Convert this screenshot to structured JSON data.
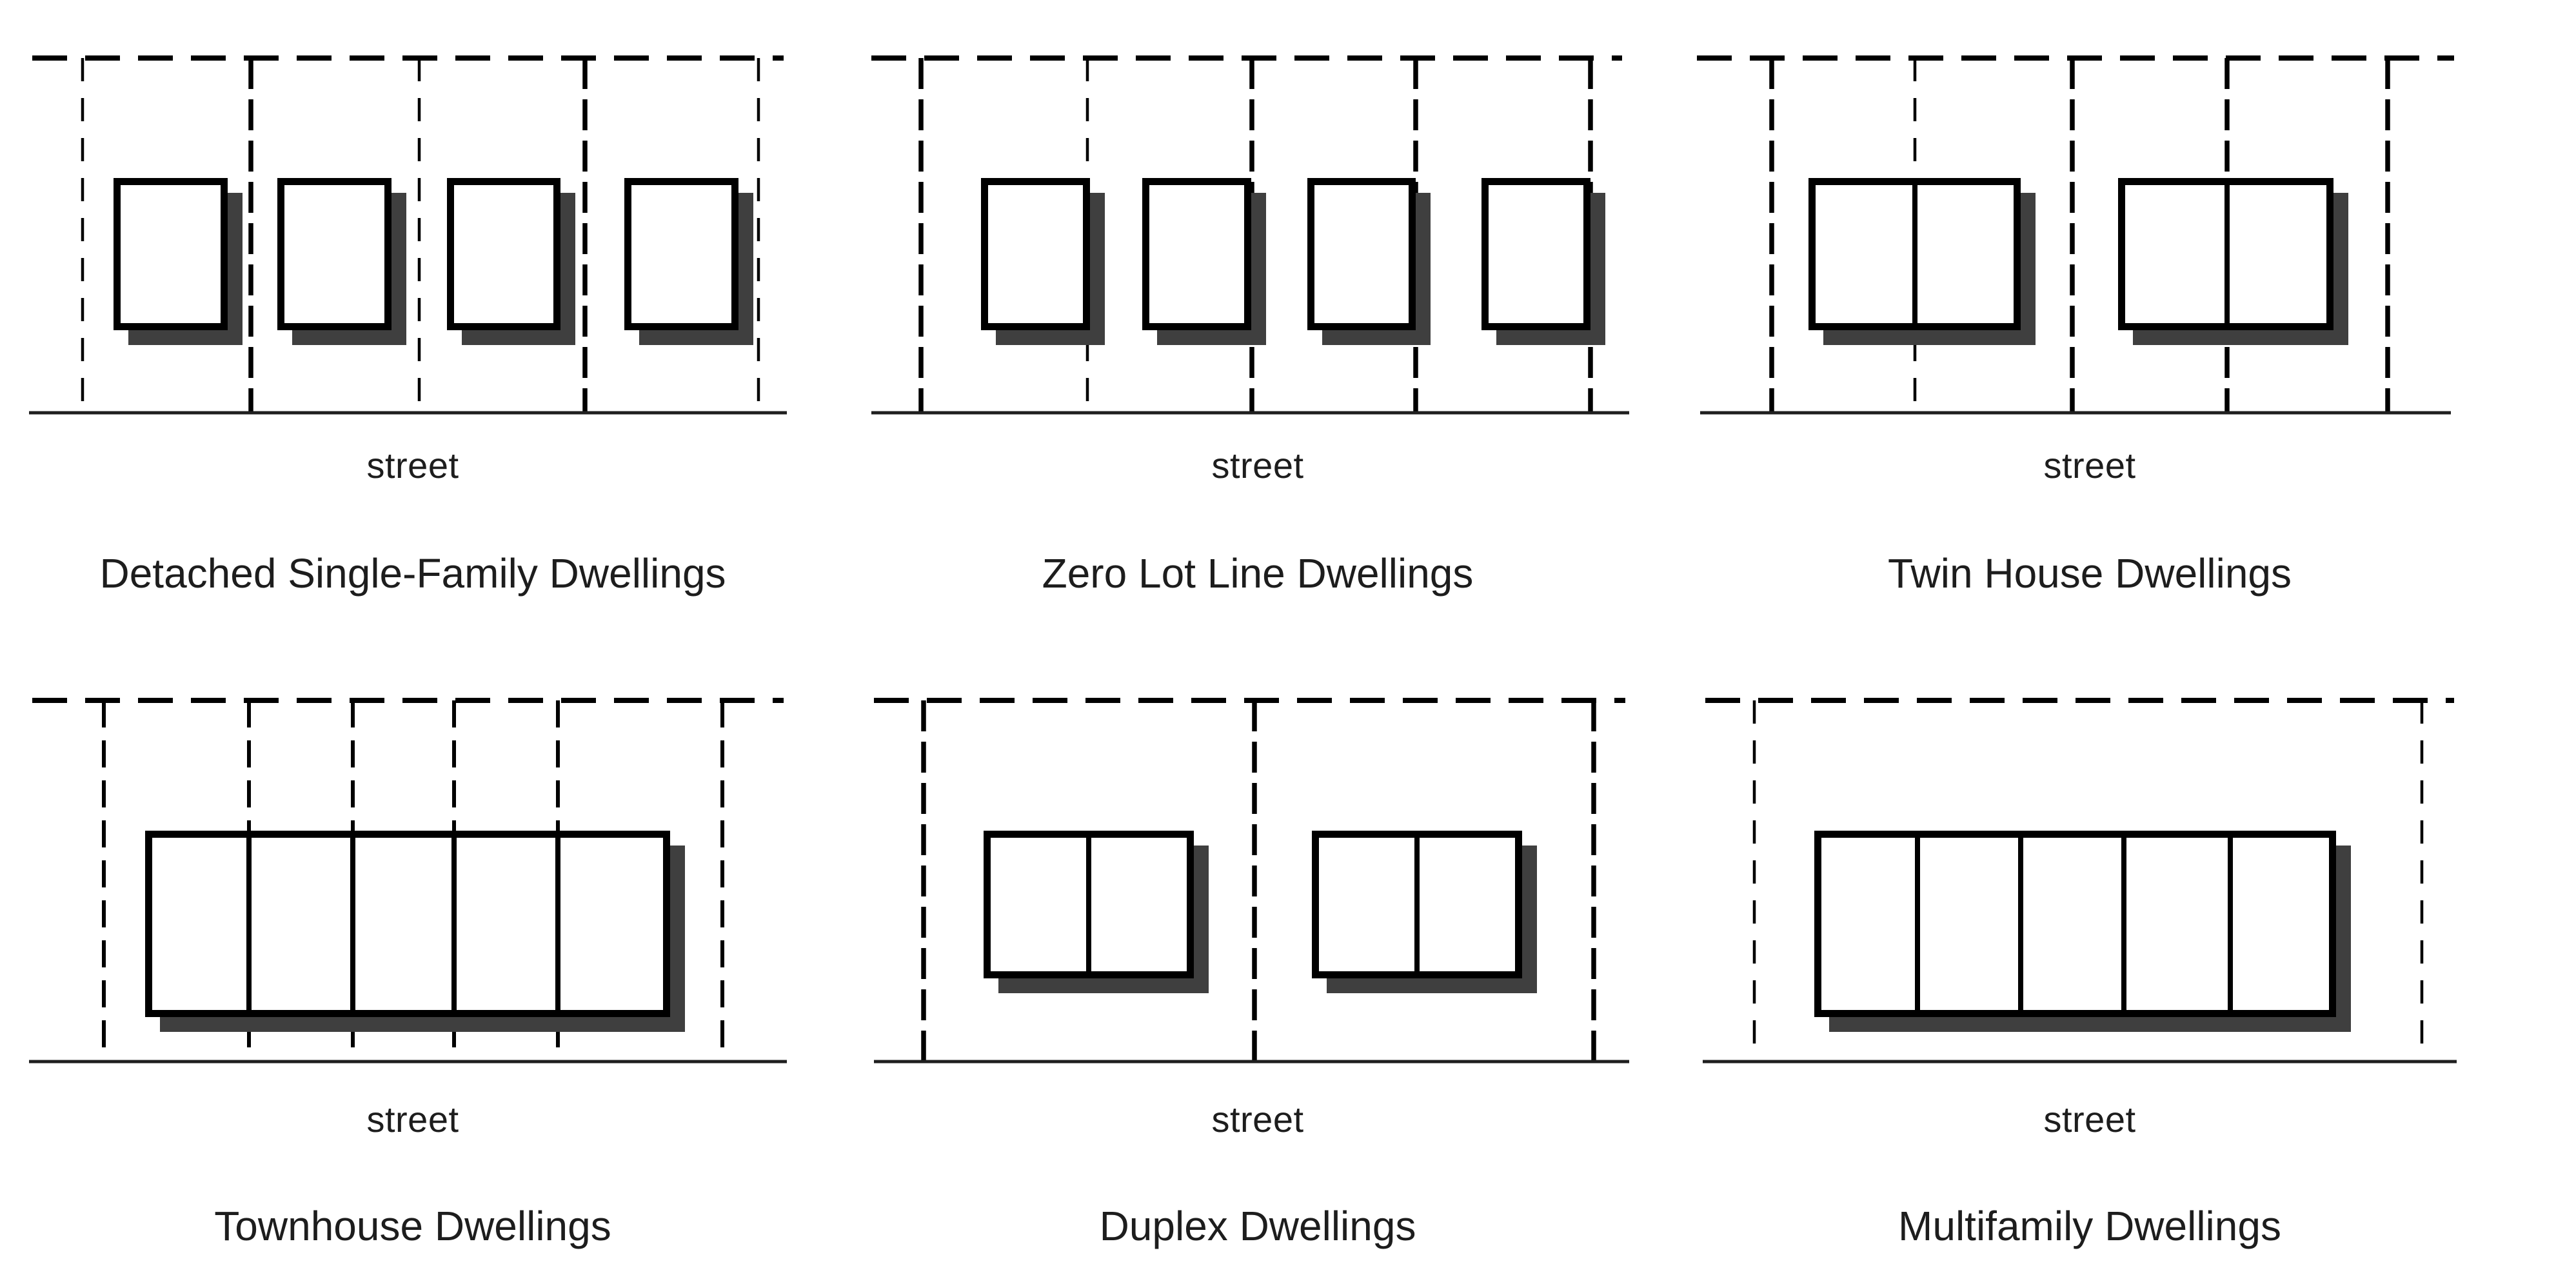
{
  "colors": {
    "background": "#ffffff",
    "line_black": "#000000",
    "building_fill": "#ffffff",
    "shadow_gray": "#3f3f3f",
    "street_line": "#1f1f1f",
    "text": "#1d1d1d"
  },
  "panels": [
    {
      "key": "detached-single-family",
      "caption": "Detached Single-Family Dwellings",
      "street": "street",
      "lots": 4,
      "buildings": 4,
      "units_per_building": 1
    },
    {
      "key": "zero-lot-line",
      "caption": "Zero Lot Line Dwellings",
      "street": "street",
      "lots": 4,
      "buildings": 4,
      "units_per_building": 1
    },
    {
      "key": "twin-house",
      "caption": "Twin House Dwellings",
      "street": "street",
      "lots": 4,
      "buildings": 2,
      "units_per_building": 2
    },
    {
      "key": "townhouse",
      "caption": "Townhouse Dwellings",
      "street": "street",
      "lots": 5,
      "buildings": 1,
      "units_per_building": 5
    },
    {
      "key": "duplex",
      "caption": "Duplex Dwellings",
      "street": "street",
      "lots": 2,
      "buildings": 2,
      "units_per_building": 2
    },
    {
      "key": "multifamily",
      "caption": "Multifamily Dwellings",
      "street": "street",
      "lots": 1,
      "buildings": 1,
      "units_per_building": 5
    }
  ]
}
